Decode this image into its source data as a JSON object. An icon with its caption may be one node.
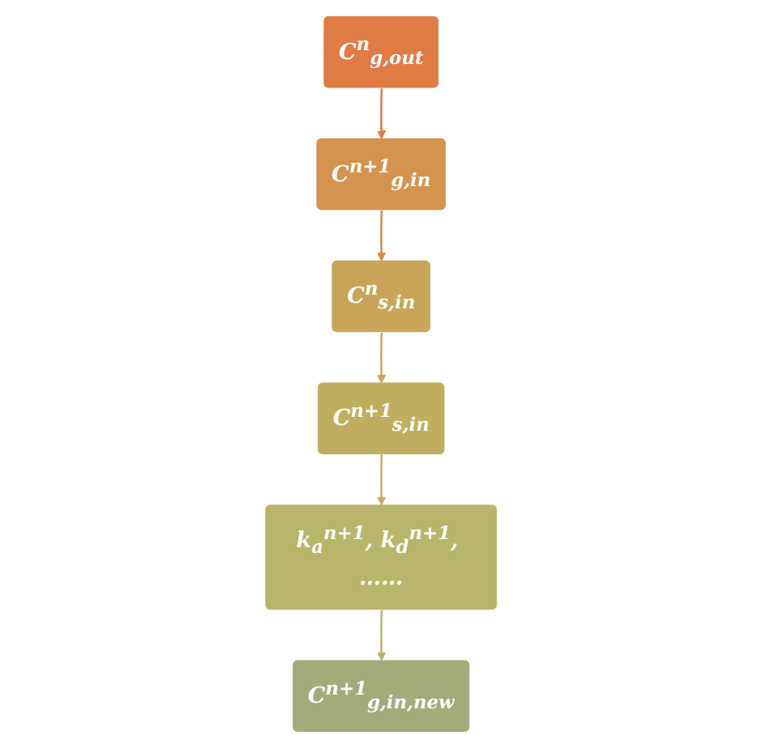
{
  "diagram": {
    "nodes": [
      {
        "text": [
          "C$^{n}$$_{g,out}$"
        ]
      },
      {
        "text": [
          "C$^{n+1}$$_{g,in}$"
        ]
      },
      {
        "text": [
          "C$^{n}$$_{s,in}$"
        ]
      },
      {
        "text": [
          "C$^{n+1}$$_{s,in}$"
        ]
      },
      {
        "text": [
          "k$_{a}$$^{n+1}$, k$_{d}$$^{n+1}$, ……"
        ]
      },
      {
        "text": [
          "C$^{n+1}$$_{g,in,new}$"
        ]
      }
    ],
    "edges": [
      {
        "from": 0,
        "to": 1,
        "arrow": "to",
        "color": "#e07b45"
      },
      {
        "from": 1,
        "to": 2,
        "arrow": "to",
        "color": "#d98b4a"
      },
      {
        "from": 2,
        "to": 3,
        "arrow": "to",
        "color": "#c9a55a"
      },
      {
        "from": 3,
        "to": 4,
        "arrow": "to",
        "color": "#c2b060"
      },
      {
        "from": 4,
        "to": 5,
        "arrow": "to",
        "color": "#b5b56a"
      }
    ]
  }
}
